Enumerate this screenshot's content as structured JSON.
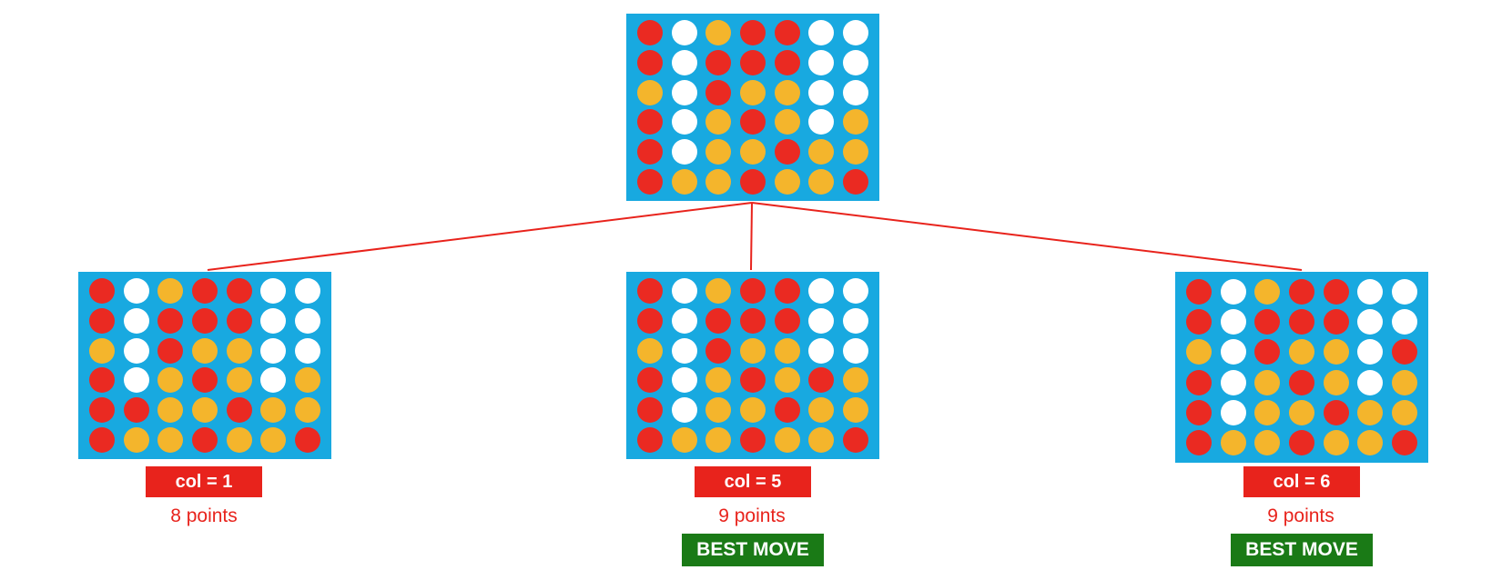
{
  "colors": {
    "board": "#18a9e0",
    "red": "#ea2a22",
    "yellow": "#f4b52c",
    "empty": "#ffffff",
    "edge": "#e8231c",
    "label_bg": "#e8231c",
    "points_text": "#e8231c",
    "best_bg": "#1a7a16"
  },
  "root": {
    "grid": [
      "RWYRRWW",
      "RWRRRWW",
      "YWRYYWW",
      "RWYRYWY",
      "RWYYRYY",
      "RYYRYYR"
    ]
  },
  "children": [
    {
      "label": "col = 1",
      "points": "8 points",
      "best": "",
      "grid": [
        "RWYRRWW",
        "RWRRRWW",
        "YWRYYWW",
        "RWYRYWY",
        "RRYYRYY",
        "RYYRYYR"
      ]
    },
    {
      "label": "col = 5",
      "points": "9 points",
      "best": "BEST MOVE",
      "grid": [
        "RWYRRWW",
        "RWRRRWW",
        "YWRYYWW",
        "RWYRYRY",
        "RWYYRYY",
        "RYYRYYR"
      ]
    },
    {
      "label": "col = 6",
      "points": "9 points",
      "best": "BEST MOVE",
      "grid": [
        "RWYRRWW",
        "RWRRRWW",
        "YWRYYWR",
        "RWYRYWY",
        "RWYYRYY",
        "RYYRYYR"
      ]
    }
  ]
}
